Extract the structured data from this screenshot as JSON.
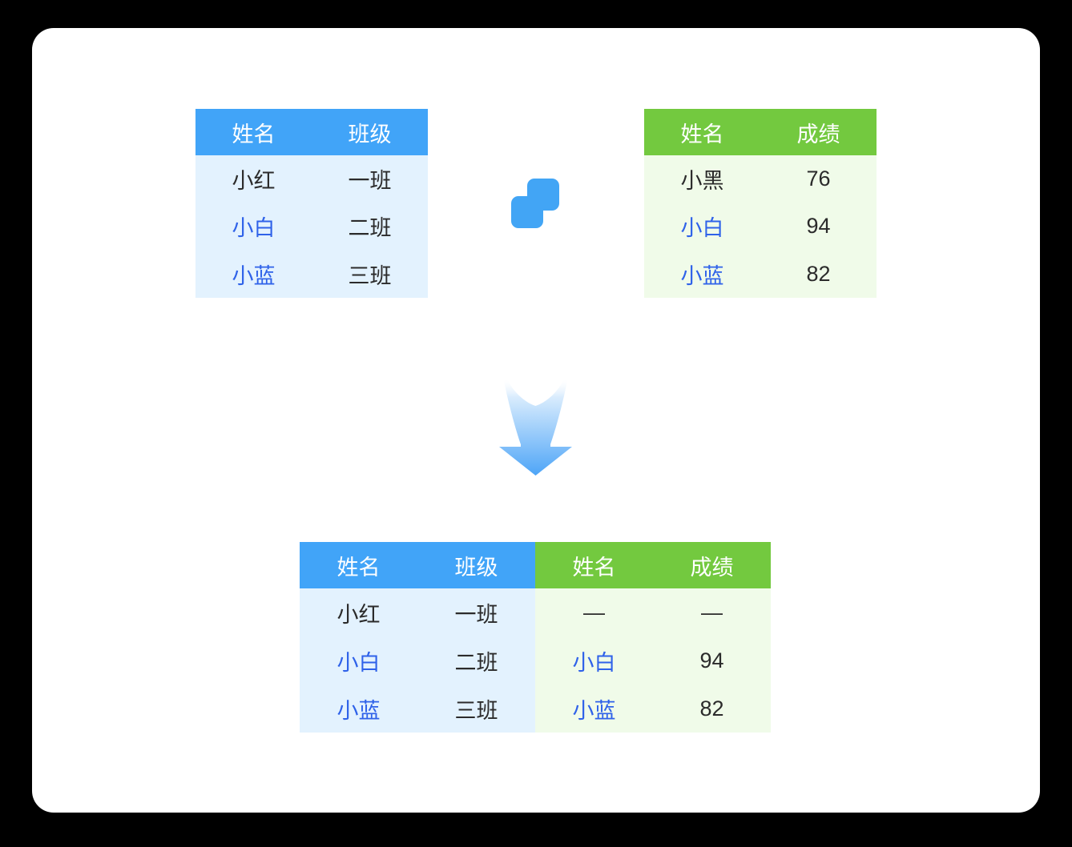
{
  "page": {
    "background": "#000000",
    "card_background": "#ffffff",
    "description": "table merge (vlookup) illustration"
  },
  "colors": {
    "blue_header": "#41a4f8",
    "blue_body": "#e3f2fe",
    "green_header": "#73c93f",
    "green_body": "#f0fbe9",
    "highlight_text": "#2f62e9",
    "dark_text": "#2b2b2b",
    "header_text": "#ffffff",
    "icon_blue": "#42a5f5",
    "arrow_top": "#ffffff",
    "arrow_bottom": "#4ea5f7"
  },
  "icons": {
    "merge_icon": "two-overlapping-rounded-squares",
    "down_arrow": "gradient-down-arrow"
  },
  "tables": {
    "top_left": {
      "headers": [
        "姓名",
        "班级"
      ],
      "rows": [
        {
          "name": "小红",
          "value": "一班"
        },
        {
          "name": "小白",
          "value": "二班"
        },
        {
          "name": "小蓝",
          "value": "三班"
        }
      ]
    },
    "top_right": {
      "headers": [
        "姓名",
        "成绩"
      ],
      "rows": [
        {
          "name": "小黑",
          "value": "76"
        },
        {
          "name": "小白",
          "value": "94"
        },
        {
          "name": "小蓝",
          "value": "82"
        }
      ]
    },
    "merged": {
      "headers": [
        "姓名",
        "班级",
        "姓名",
        "成绩"
      ],
      "rows": [
        [
          "小红",
          "一班",
          "—",
          "—"
        ],
        [
          "小白",
          "二班",
          "小白",
          "94"
        ],
        [
          "小蓝",
          "三班",
          "小蓝",
          "82"
        ]
      ]
    }
  }
}
